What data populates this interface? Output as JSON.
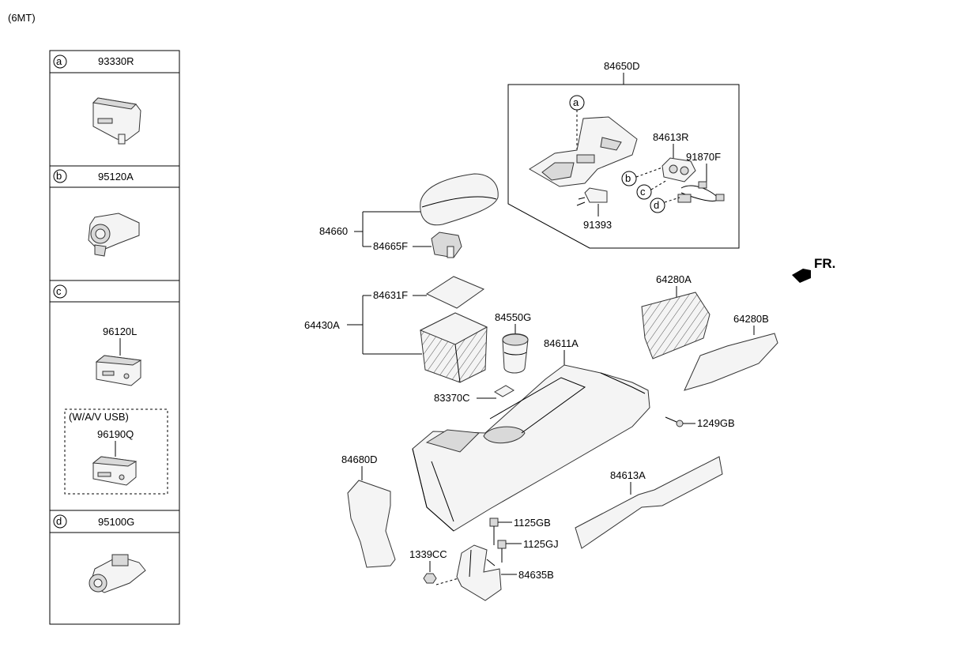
{
  "variant": "(6MT)",
  "legend": {
    "a": {
      "letter": "a",
      "part": "93330R"
    },
    "b": {
      "letter": "b",
      "part": "95120A"
    },
    "c": {
      "letter": "c",
      "part": "",
      "sub_part": "96120L",
      "usb_group_label": "(W/A/V  USB)",
      "usb_part": "96190Q"
    },
    "d": {
      "letter": "d",
      "part": "95100G"
    }
  },
  "callouts": {
    "p84650D": "84650D",
    "p84613R": "84613R",
    "p91870F": "91870F",
    "p91393": "91393",
    "p84660": "84660",
    "p84665F": "84665F",
    "p84631F": "84631F",
    "p64430A": "64430A",
    "p84550G": "84550G",
    "p84611A": "84611A",
    "p83370C": "83370C",
    "p64280A": "64280A",
    "p64280B": "64280B",
    "p1249GB": "1249GB",
    "p84680D": "84680D",
    "p84613A": "84613A",
    "p1125GB": "1125GB",
    "p1125GJ": "1125GJ",
    "p1339CC": "1339CC",
    "p84635B": "84635B"
  },
  "refs": {
    "a": "a",
    "b": "b",
    "c": "c",
    "d": "d"
  },
  "direction": {
    "label": "FR."
  },
  "icons": [
    "front-direction-arrow-icon"
  ]
}
